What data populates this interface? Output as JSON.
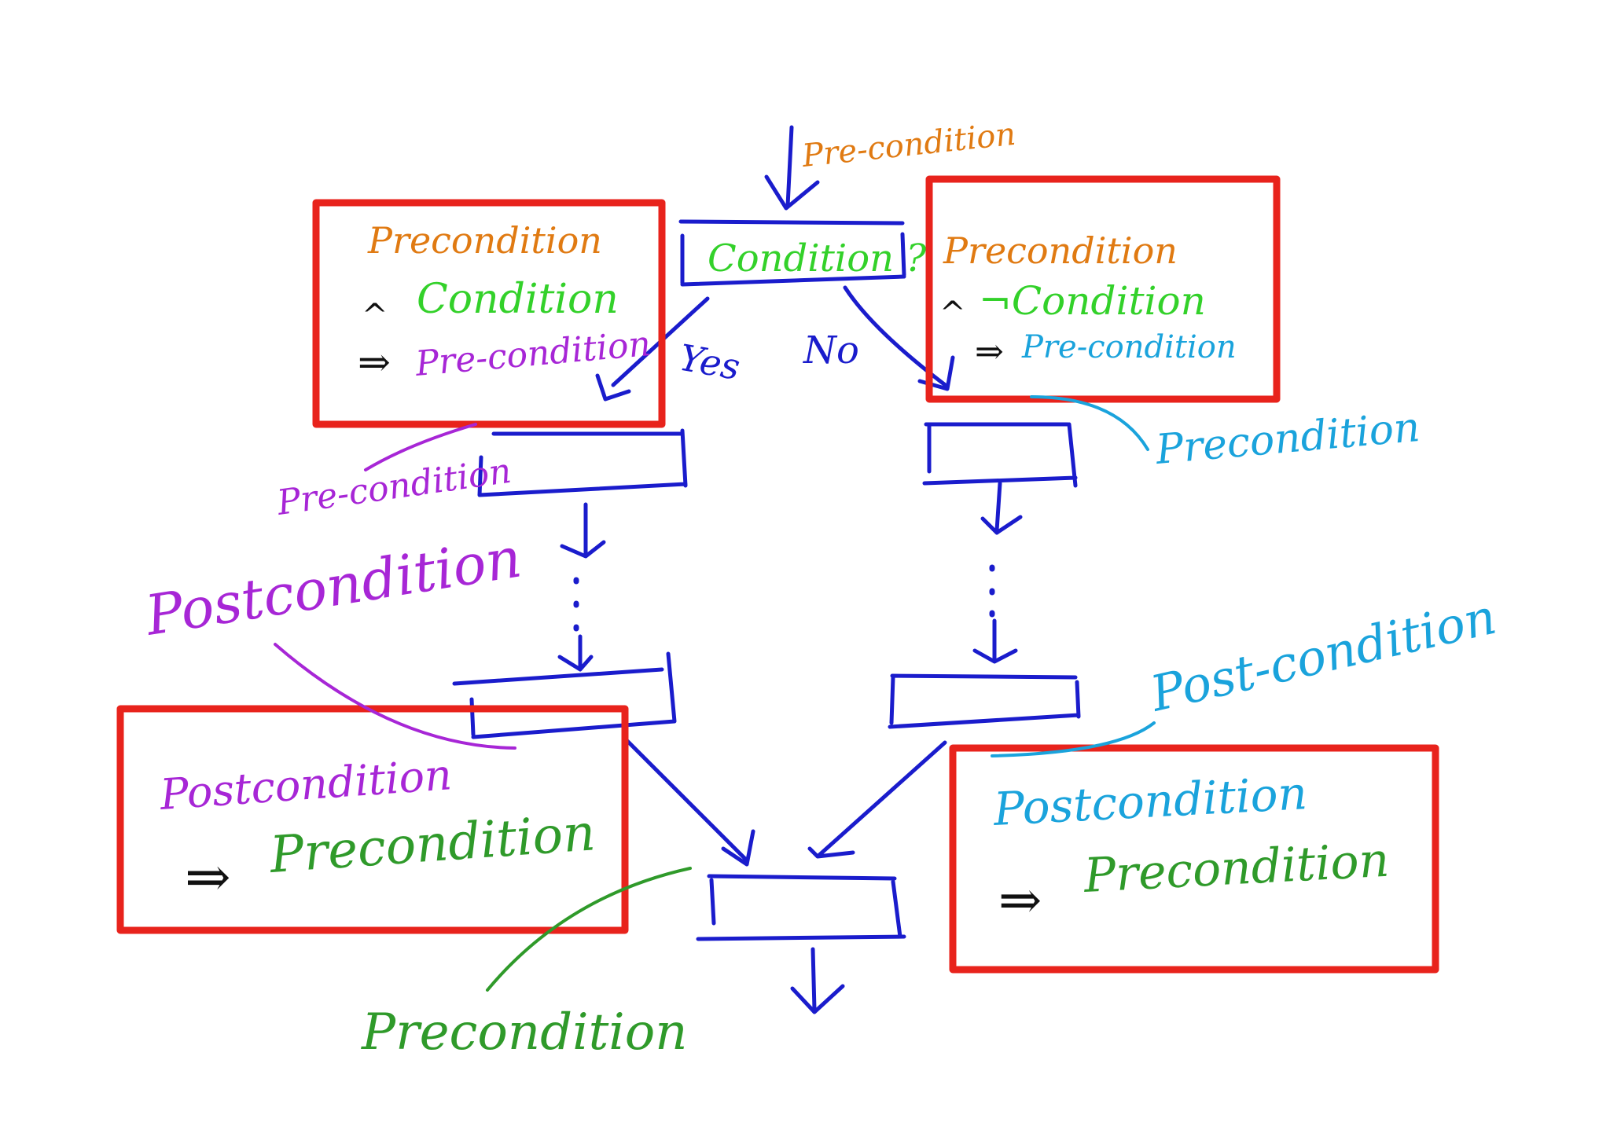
{
  "colors": {
    "background": "#ffffff",
    "flow": "#1a1ccc",
    "highlight_box": "#e8231c",
    "orange": "#e07a12",
    "green_bright": "#33d12a",
    "purple": "#a726d6",
    "cyan": "#1aa3dc",
    "green_dark": "#2f9a2a",
    "black": "#111111"
  },
  "labels": {
    "top_precondition": "Pre-condition",
    "decision": "Condition ?",
    "yes": "Yes",
    "no": "No",
    "left_pre_annotation": "Pre-condition",
    "left_postcondition": "Postcondition",
    "right_precondition": "Precondition",
    "right_postcondition": "Post-condition",
    "bottom_precondition": "Precondition"
  },
  "boxes": {
    "yes_branch": {
      "line1": "Precondition",
      "and_symbol": "^",
      "line2": "Condition",
      "implies_symbol": "⇒",
      "line3": "Pre-condition"
    },
    "no_branch": {
      "line1": "Precondition",
      "and_symbol": "^",
      "line2": "¬Condition",
      "implies_symbol": "⇒",
      "line3": "Pre-condition"
    },
    "left_merge": {
      "line1": "Postcondition",
      "implies_symbol": "⇒",
      "line2": "Precondition"
    },
    "right_merge": {
      "line1": "Postcondition",
      "implies_symbol": "⇒",
      "line2": "Precondition"
    }
  },
  "ellipsis": {
    "left": "⋮",
    "right": "⋮"
  }
}
